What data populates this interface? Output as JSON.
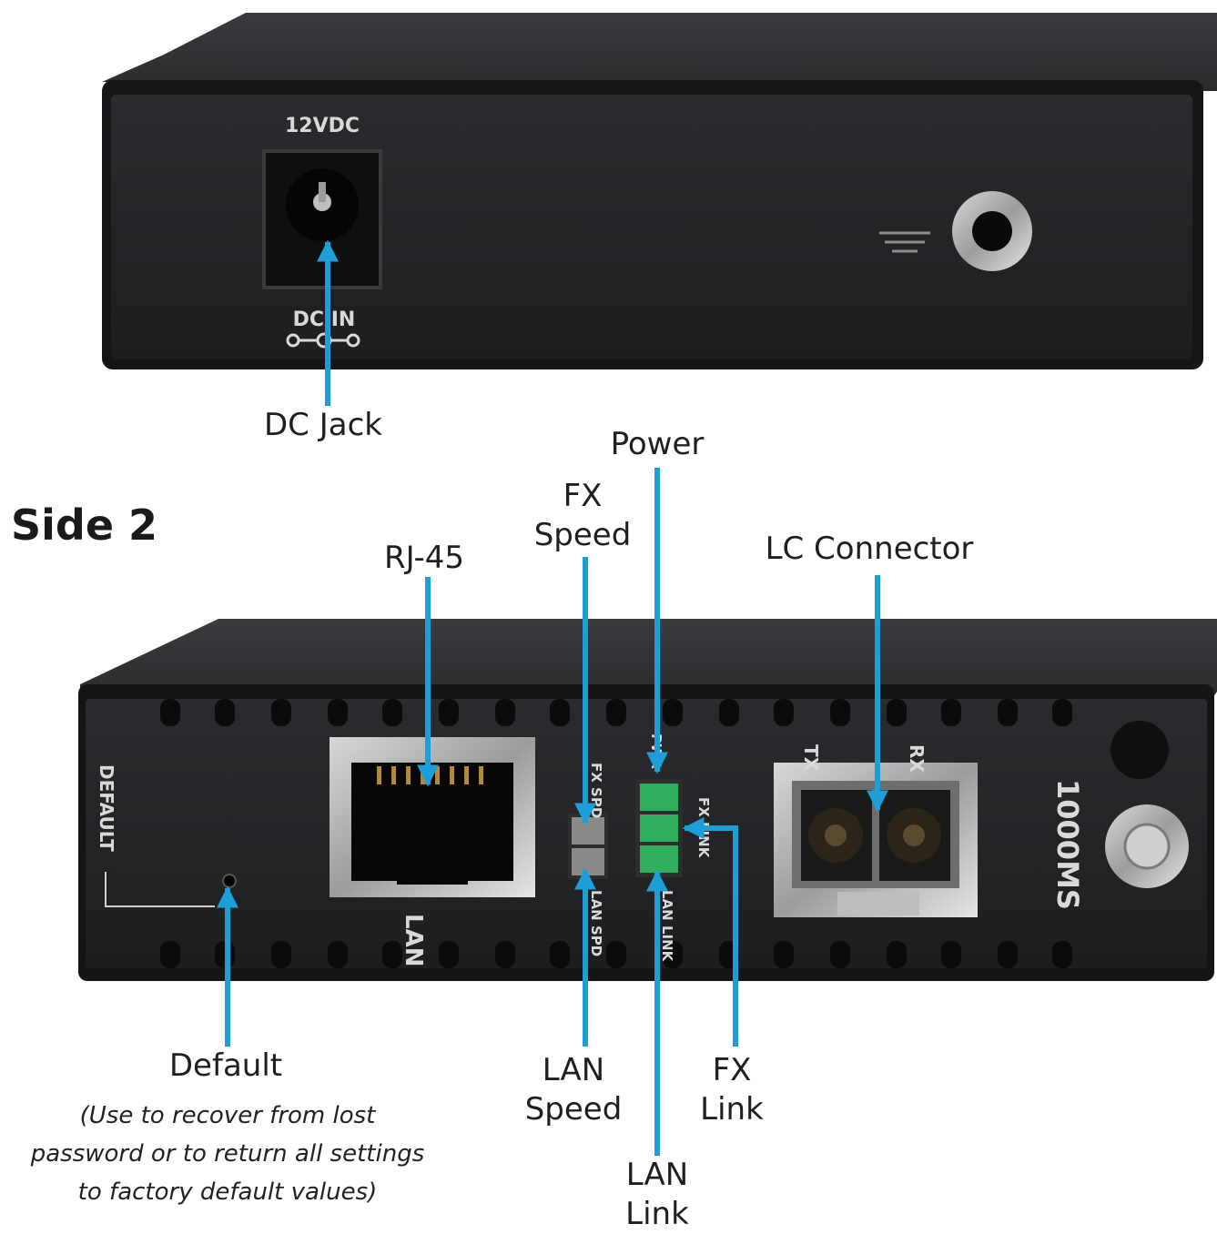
{
  "section_title": "Side 2",
  "callouts": {
    "dc_jack": "DC Jack",
    "power": "Power",
    "fx_speed": [
      "FX",
      "Speed"
    ],
    "rj45": "RJ-45",
    "lc_connector": "LC Connector",
    "default": "Default",
    "default_note": [
      "(Use to recover from lost",
      "password or to return all settings",
      "to factory default values)"
    ],
    "lan_speed": [
      "LAN",
      "Speed"
    ],
    "fx_link": [
      "FX",
      "Link"
    ],
    "lan_link": [
      "LAN",
      "Link"
    ]
  },
  "device_labels": {
    "voltage": "12VDC",
    "dc_in": "DC IN",
    "default": "DEFAULT",
    "lan": "LAN",
    "fx_spd": "FX SPD",
    "pwr": "PWR",
    "fx_link": "FX LINK",
    "lan_spd": "LAN SPD",
    "lan_link": "LAN LINK",
    "tx": "TX",
    "rx": "RX",
    "model": "1000MS"
  },
  "colors": {
    "arrow": "#1b9fd6",
    "device_body": "#1c1d1f",
    "device_face": "#232426",
    "led_green": "#2fae5e",
    "led_off": "#8a8a8a"
  }
}
